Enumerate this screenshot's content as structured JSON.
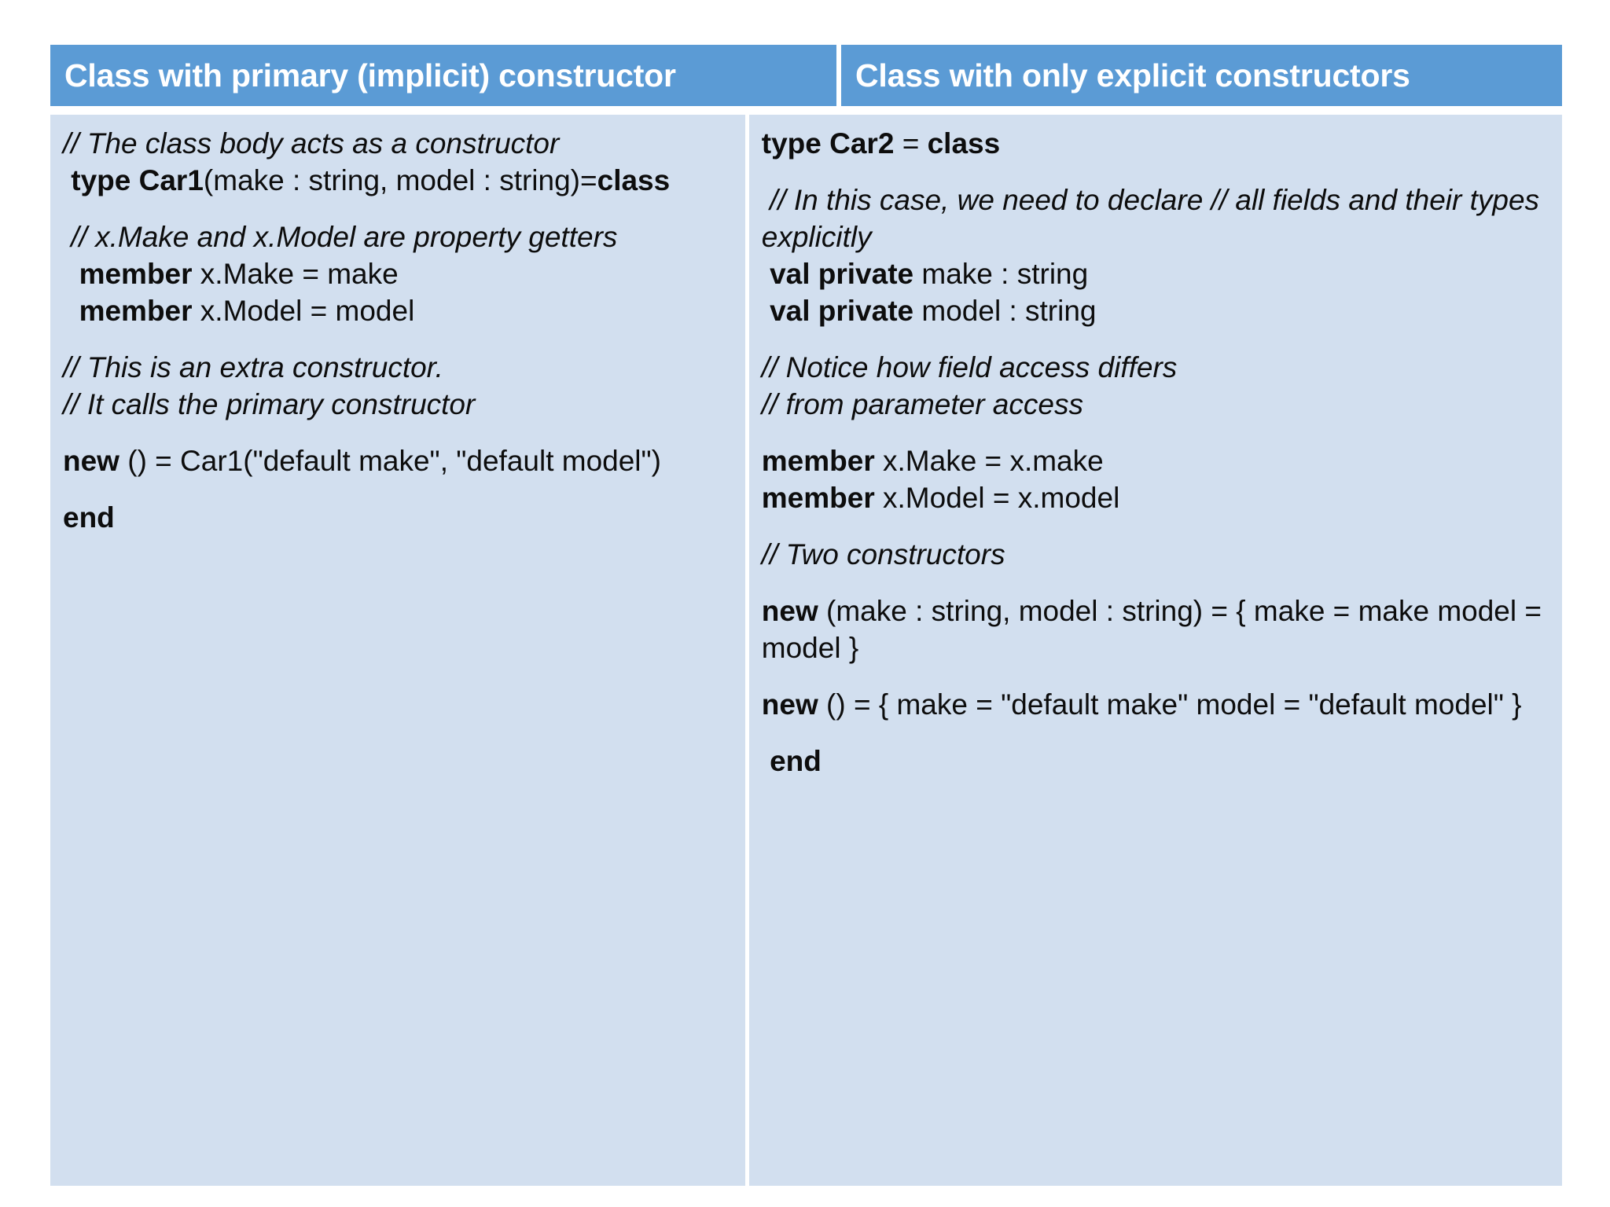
{
  "table": {
    "columns": [
      {
        "id": "primary-constructor",
        "header": "Class with primary (implicit) constructor",
        "lines": [
          {
            "kind": "comment",
            "text": "// The class body acts as a constructor"
          },
          {
            "kind": "code",
            "text": " type Car1(make : string, model : string)=class",
            "bold_parts": [
              "type Car1",
              "class"
            ]
          },
          {
            "kind": "blank",
            "text": ""
          },
          {
            "kind": "comment",
            "text": " // x.Make and x.Model are property getters"
          },
          {
            "kind": "code",
            "text": "  member x.Make = make",
            "bold_parts": [
              "member"
            ]
          },
          {
            "kind": "code",
            "text": "  member x.Model = model",
            "bold_parts": [
              "member"
            ]
          },
          {
            "kind": "blank",
            "text": ""
          },
          {
            "kind": "comment",
            "text": "// This is an extra constructor."
          },
          {
            "kind": "comment",
            "text": "// It calls the primary constructor"
          },
          {
            "kind": "blank",
            "text": ""
          },
          {
            "kind": "code",
            "text": "new () = Car1(\"default make\", \"default model\")",
            "bold_parts": [
              "new"
            ]
          },
          {
            "kind": "blank",
            "text": ""
          },
          {
            "kind": "code",
            "text": "end",
            "bold_parts": [
              "end"
            ]
          }
        ]
      },
      {
        "id": "explicit-constructors",
        "header": "Class with only explicit constructors",
        "lines": [
          {
            "kind": "code",
            "text": "type Car2 = class",
            "bold_parts": [
              "type Car2",
              "class"
            ]
          },
          {
            "kind": "blank",
            "text": ""
          },
          {
            "kind": "comment",
            "text": " // In this case, we need to declare // all fields and their types explicitly"
          },
          {
            "kind": "code",
            "text": " val private make : string",
            "bold_parts": [
              "val private"
            ]
          },
          {
            "kind": "code",
            "text": " val private model : string",
            "bold_parts": [
              "val private"
            ]
          },
          {
            "kind": "blank",
            "text": ""
          },
          {
            "kind": "comment",
            "text": "// Notice how field access differs"
          },
          {
            "kind": "comment",
            "text": "// from parameter access"
          },
          {
            "kind": "blank",
            "text": ""
          },
          {
            "kind": "code",
            "text": "member x.Make = x.make",
            "bold_parts": [
              "member"
            ]
          },
          {
            "kind": "code",
            "text": "member x.Model = x.model",
            "bold_parts": [
              "member"
            ]
          },
          {
            "kind": "blank",
            "text": ""
          },
          {
            "kind": "comment",
            "text": "// Two constructors"
          },
          {
            "kind": "blank",
            "text": ""
          },
          {
            "kind": "code",
            "text": "new (make : string, model : string) = { make = make model = model }",
            "bold_parts": [
              "new"
            ]
          },
          {
            "kind": "blank",
            "text": ""
          },
          {
            "kind": "code",
            "text": "new () = { make = \"default make\" model = \"default model\" }",
            "bold_parts": [
              "new"
            ]
          },
          {
            "kind": "blank",
            "text": ""
          },
          {
            "kind": "code",
            "text": " end",
            "bold_parts": [
              "end"
            ]
          }
        ]
      }
    ]
  },
  "colors": {
    "header_background": "#5B9BD5",
    "header_text": "#FFFFFF",
    "body_background": "#D2DFEF",
    "body_text": "#0D0D0D",
    "page_background": "#FFFFFF",
    "divider": "#FFFFFF"
  }
}
